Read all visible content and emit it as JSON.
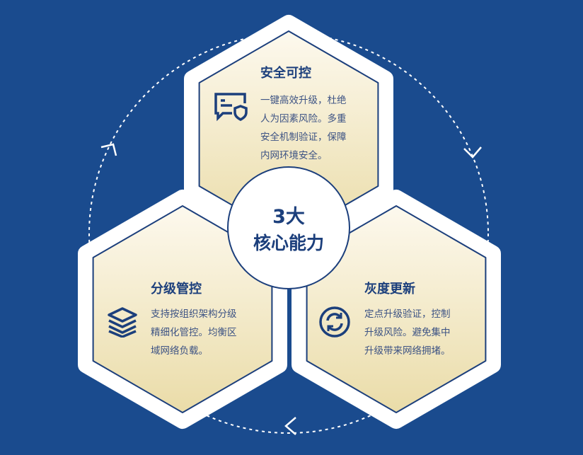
{
  "center": {
    "line1": "3大",
    "line2": "核心能力"
  },
  "cards": [
    {
      "title": "安全可控",
      "icon": "message-shield-icon",
      "lines": [
        "一键高效升级，杜绝",
        "人为因素风险。多重",
        "安全机制验证，保障",
        "内网环境安全。"
      ]
    },
    {
      "title": "分级管控",
      "icon": "layers-icon",
      "lines": [
        "支持按组织架构分级",
        "精细化管控。均衡区",
        "域网络负载。"
      ]
    },
    {
      "title": "灰度更新",
      "icon": "refresh-icon",
      "lines": [
        "定点升级验证，控制",
        "升级风险。避免集中",
        "升级带来网络拥堵。"
      ]
    }
  ],
  "colors": {
    "background": "#1a4b8e",
    "navy": "#1c3f7c",
    "gold": "#ecdfb0"
  }
}
